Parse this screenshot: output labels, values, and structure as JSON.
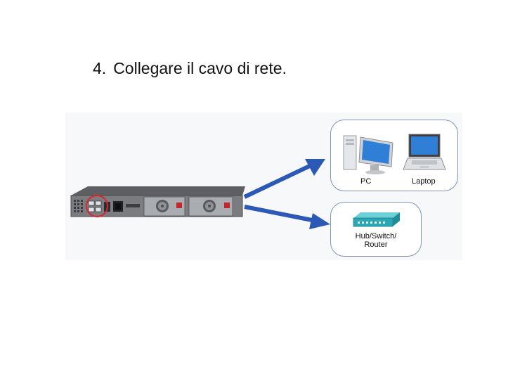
{
  "instruction": {
    "number": "4.",
    "text": "Collegare il cavo di rete."
  },
  "diagram": {
    "labels": {
      "pc": "PC",
      "laptop": "Laptop",
      "hub_line1": "Hub/Switch/",
      "hub_line2": "Router"
    }
  },
  "colors": {
    "arrow": "#2b59b5",
    "card_border": "#7f95b5",
    "highlight": "#d9262c",
    "hub": "#2aa7b3"
  }
}
